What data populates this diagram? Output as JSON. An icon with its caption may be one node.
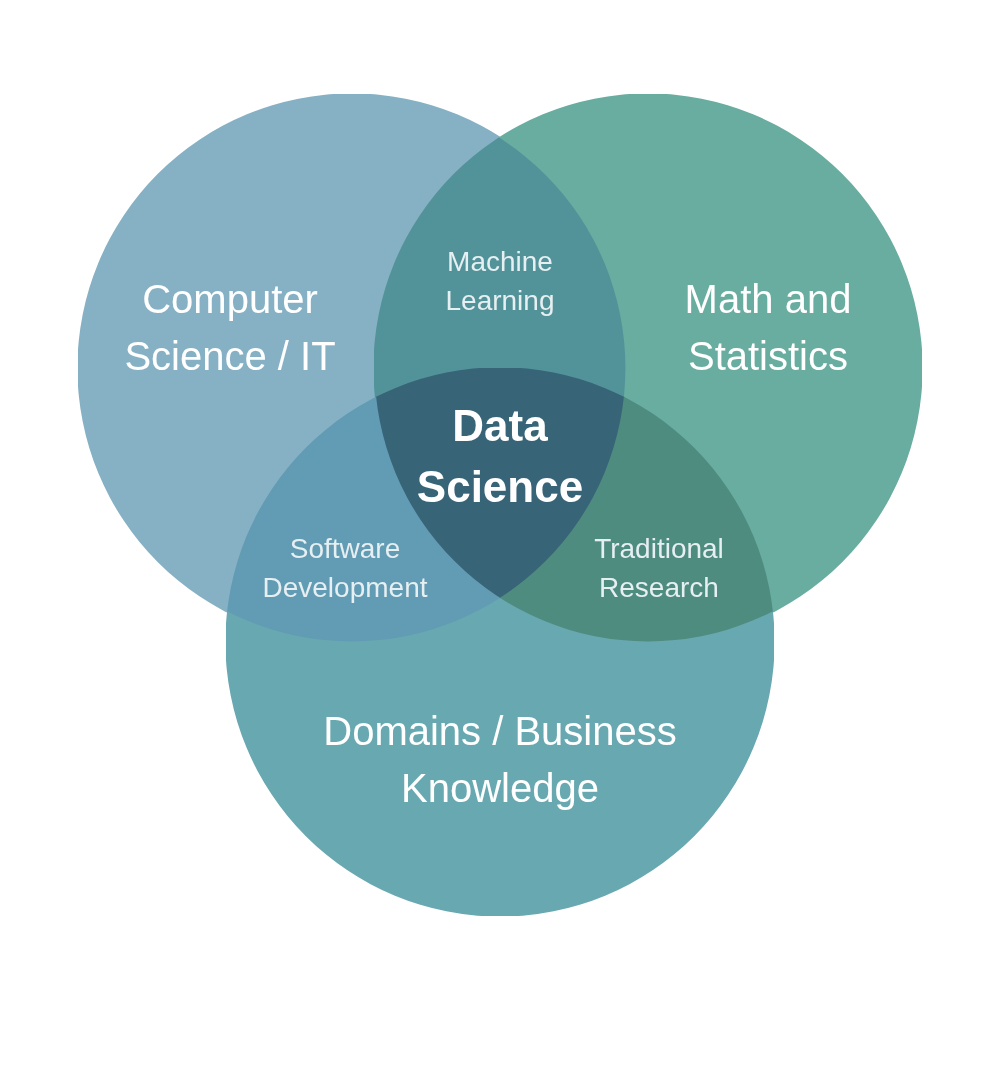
{
  "diagram": {
    "nodes": [
      {
        "text": [
          "Computer Science / IT"
        ]
      },
      {
        "text": [
          "Machine Learning"
        ]
      },
      {
        "text": [
          "Math and Statistics"
        ]
      },
      {
        "text": [
          "Data Science"
        ]
      },
      {
        "text": [
          "Software Development"
        ]
      },
      {
        "text": [
          "Traditional Research"
        ]
      },
      {
        "text": [
          "Domains / Business Knowledge"
        ]
      }
    ]
  }
}
